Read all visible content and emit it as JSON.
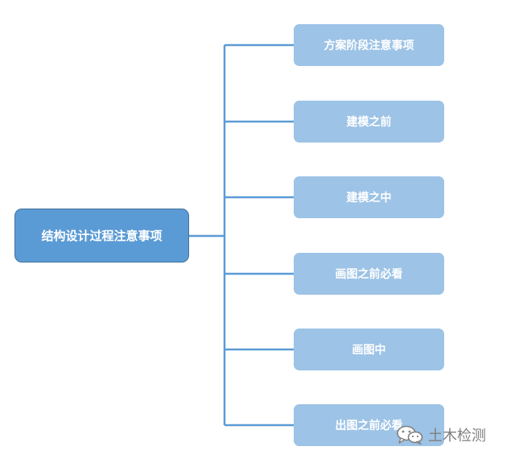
{
  "diagram": {
    "root": {
      "label": "结构设计过程注意事项"
    },
    "children": [
      {
        "label": "方案阶段注意事项"
      },
      {
        "label": "建模之前"
      },
      {
        "label": "建模之中"
      },
      {
        "label": "画图之前必看"
      },
      {
        "label": "画图中"
      },
      {
        "label": "出图之前必看"
      }
    ]
  },
  "watermark": {
    "text": "土木检测",
    "icon": "wechat-icon"
  },
  "colors": {
    "root_fill": "#5b9bd5",
    "root_border": "#41719c",
    "child_fill": "#9dc3e6",
    "connector": "#5b9bd5",
    "text": "#ffffff",
    "watermark": "#7f7f7f"
  }
}
